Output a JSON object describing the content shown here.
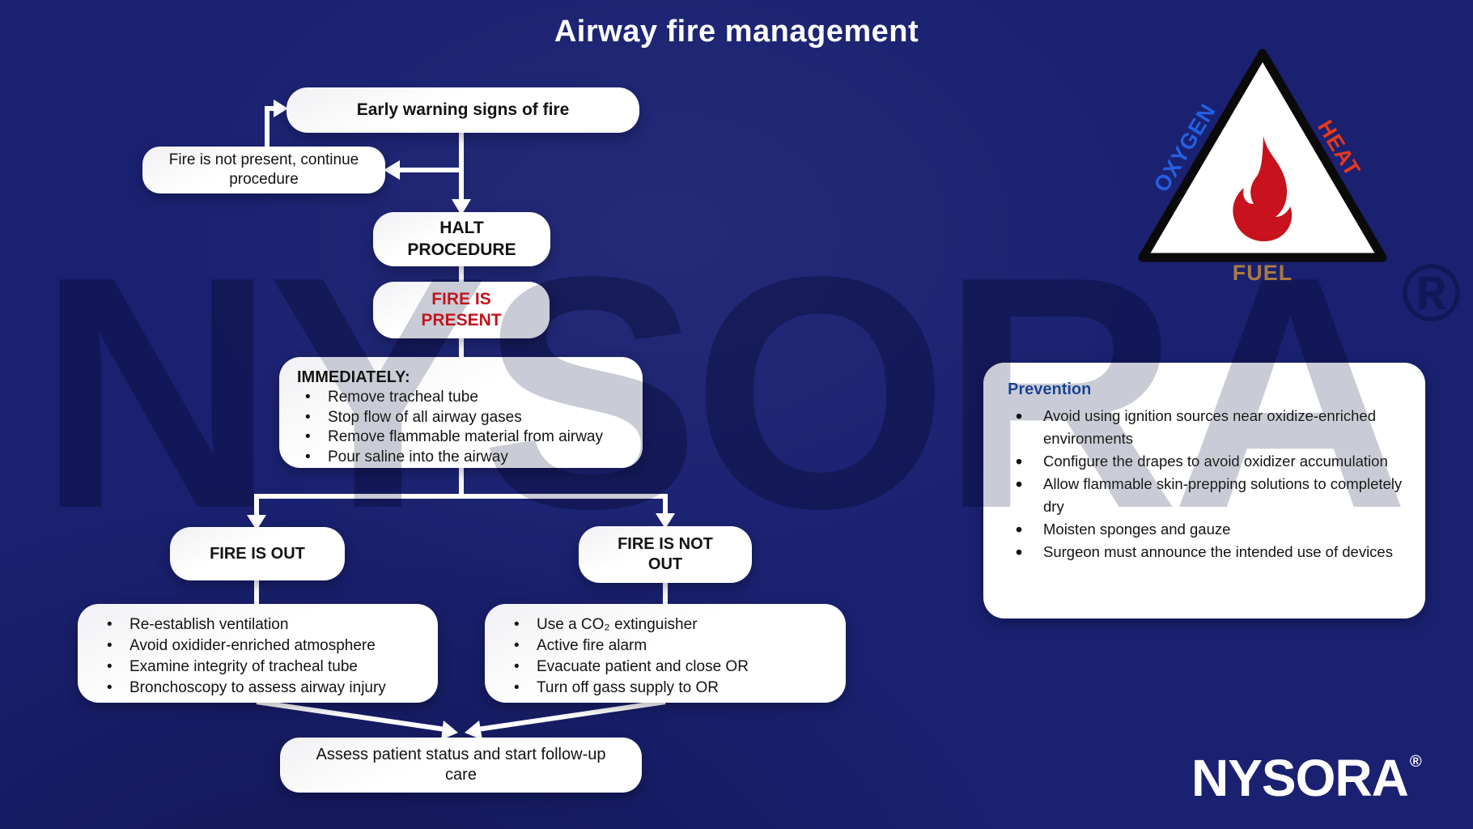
{
  "page": {
    "title": "Airway fire management"
  },
  "flowchart": {
    "early_warning": "Early warning signs of fire",
    "fire_not_present": "Fire is not present, continue procedure",
    "halt": "HALT PROCEDURE",
    "fire_present": "FIRE IS PRESENT",
    "immediately": {
      "title": "IMMEDIATELY:",
      "items": [
        "Remove tracheal tube",
        "Stop flow of all airway gases",
        "Remove flammable material from airway",
        "Pour saline into the airway"
      ]
    },
    "fire_out": {
      "label": "FIRE IS OUT",
      "items": [
        "Re-establish ventilation",
        "Avoid oxidider-enriched atmosphere",
        "Examine integrity of tracheal tube",
        "Bronchoscopy to assess airway injury"
      ]
    },
    "fire_not_out": {
      "label": "FIRE IS NOT OUT",
      "items": [
        "Use a CO₂ extinguisher",
        "Active fire alarm",
        "Evacuate patient and close OR",
        "Turn off gass supply to OR"
      ]
    },
    "assess": "Assess patient status and start follow-up care"
  },
  "fire_triangle": {
    "oxygen": "OXYGEN",
    "heat": "HEAT",
    "fuel": "FUEL"
  },
  "prevention": {
    "title": "Prevention",
    "items": [
      "Avoid using ignition sources near oxidize-enriched environments",
      "Configure the drapes to avoid oxidizer accumulation",
      "Allow flammable skin-prepping solutions to completely dry",
      "Moisten sponges and gauze",
      "Surgeon must announce the intended use of devices"
    ]
  },
  "branding": {
    "logo": "NYSORA",
    "registered": "®",
    "watermark": "NYSORA"
  },
  "colors": {
    "background_navy": "#1a2171",
    "box_white": "#ffffff",
    "alert_red": "#c0141f",
    "flame_red": "#c8121d",
    "oxygen_blue": "#2460e4",
    "heat_red": "#e5391c",
    "fuel_brown": "#a87a42",
    "prevention_blue": "#17418f"
  }
}
